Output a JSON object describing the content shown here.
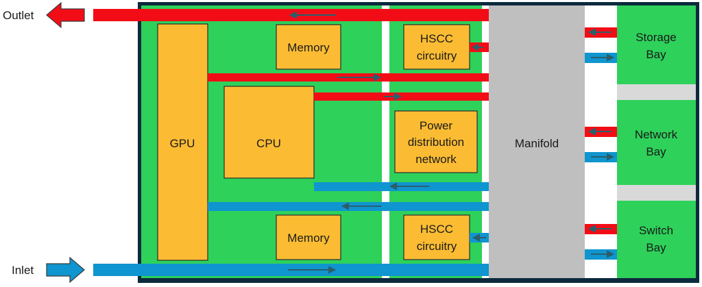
{
  "labels": {
    "outlet": "Outlet",
    "inlet": "Inlet",
    "gpu": "GPU",
    "cpu": "CPU",
    "memory_top": "Memory",
    "memory_bottom": "Memory",
    "hscc_top": [
      "HSCC",
      "circuitry"
    ],
    "hscc_bottom": [
      "HSCC",
      "circuitry"
    ],
    "power": [
      "Power",
      "distribution",
      "network"
    ],
    "manifold": "Manifold",
    "storage_bay": [
      "Storage",
      "Bay"
    ],
    "network_bay": [
      "Network",
      "Bay"
    ],
    "switch_bay": [
      "Switch",
      "Bay"
    ]
  },
  "colors": {
    "board": "#2ed15a",
    "component": "#fbbc33",
    "hot_pipe": "#f20d16",
    "cold_pipe": "#0f95cf",
    "manifold": "#bfbfbf",
    "frame": "#0b2a3d",
    "separator": "#d9d9d9",
    "flow_arrow": "#2a5f6b"
  }
}
